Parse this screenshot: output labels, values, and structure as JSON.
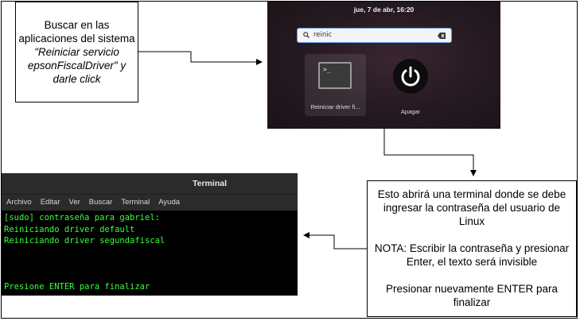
{
  "callout_search": {
    "line1": "Buscar en las",
    "line2": "aplicaciones del sistema",
    "line3": "\"Reiniciar servicio",
    "line4": "epsonFiscalDriver\" y",
    "line5": "darle click"
  },
  "gnome_overview": {
    "clock": "jue,  7 de abr, 16:20",
    "search_value": "reinic",
    "app_tile_label": "Reiniciar driver fi...",
    "power_label": "Apagar",
    "terminal_glyph": ">_"
  },
  "terminal": {
    "title": "Terminal",
    "menu": [
      "Archivo",
      "Editar",
      "Ver",
      "Buscar",
      "Terminal",
      "Ayuda"
    ],
    "lines": [
      "[sudo] contraseña para gabriel:",
      "Reiniciando driver default",
      "Reiniciando driver segundafiscal",
      "",
      "",
      "",
      "Presione ENTER para finalizar"
    ],
    "text_color": "#3bff3b"
  },
  "callout_terminal": {
    "p1_line1": "Esto abrirá una terminal donde se debe",
    "p1_line2": "ingresar la contraseña del usuario de",
    "p1_line3": "Linux",
    "p2_line1": "NOTA: Escribir la contraseña y presionar",
    "p2_line2": "Enter, el texto será invisible",
    "p3_line1": "Presionar nuevamente ENTER para",
    "p3_line2": "finalizar"
  }
}
